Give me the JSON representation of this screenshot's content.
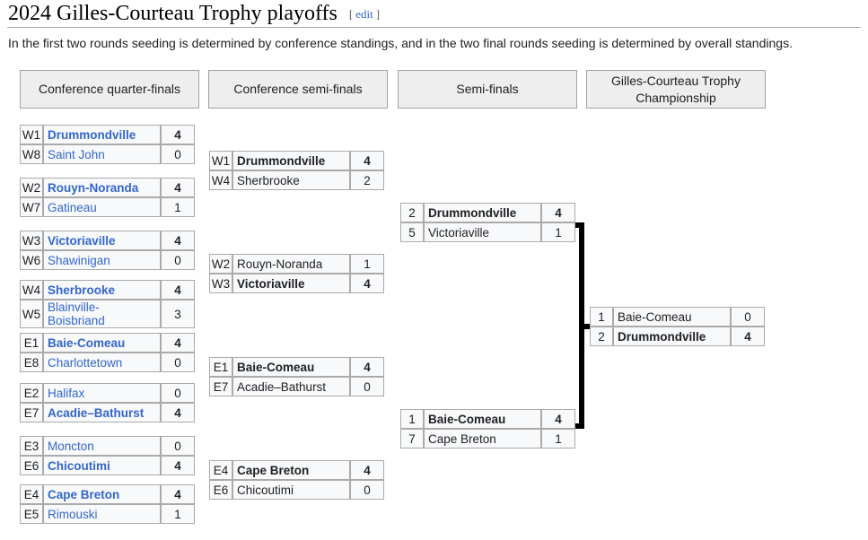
{
  "page": {
    "title": "2024 Gilles-Courteau Trophy playoffs",
    "edit": {
      "open": "[",
      "label": "edit",
      "close": "]"
    },
    "intro": "In the first two rounds seeding is determined by conference standings, and in the two final rounds seeding is determined by overall standings."
  },
  "colors": {
    "link_blue": "#3366cc",
    "cell_border": "#aaaaaa",
    "cell_bg": "#f8f9fa",
    "seed_bg": "#eeeeee",
    "header_bg": "#eeeeee",
    "connector": "#000000"
  },
  "bracket": {
    "headers": [
      "Conference quarter-finals",
      "Conference semi-finals",
      "Semi-finals",
      "Gilles-Courteau Trophy Championship"
    ],
    "rounds": [
      {
        "name": "Conference quarter-finals",
        "linked_teams": true,
        "matches": [
          {
            "teams": [
              {
                "seed": "W1",
                "name": "Drummondville",
                "score": "4",
                "winner": true
              },
              {
                "seed": "W8",
                "name": "Saint John",
                "score": "0",
                "winner": false
              }
            ]
          },
          {
            "teams": [
              {
                "seed": "W2",
                "name": "Rouyn-Noranda",
                "score": "4",
                "winner": true
              },
              {
                "seed": "W7",
                "name": "Gatineau",
                "score": "1",
                "winner": false
              }
            ]
          },
          {
            "teams": [
              {
                "seed": "W3",
                "name": "Victoriaville",
                "score": "4",
                "winner": true
              },
              {
                "seed": "W6",
                "name": "Shawinigan",
                "score": "0",
                "winner": false
              }
            ]
          },
          {
            "teams": [
              {
                "seed": "W4",
                "name": "Sherbrooke",
                "score": "4",
                "winner": true
              },
              {
                "seed": "W5",
                "name": "Blainville-Boisbriand",
                "score": "3",
                "winner": false
              }
            ]
          },
          {
            "teams": [
              {
                "seed": "E1",
                "name": "Baie-Comeau",
                "score": "4",
                "winner": true
              },
              {
                "seed": "E8",
                "name": "Charlottetown",
                "score": "0",
                "winner": false
              }
            ]
          },
          {
            "teams": [
              {
                "seed": "E2",
                "name": "Halifax",
                "score": "0",
                "winner": false
              },
              {
                "seed": "E7",
                "name": "Acadie–Bathurst",
                "score": "4",
                "winner": true
              }
            ]
          },
          {
            "teams": [
              {
                "seed": "E3",
                "name": "Moncton",
                "score": "0",
                "winner": false
              },
              {
                "seed": "E6",
                "name": "Chicoutimi",
                "score": "4",
                "winner": true
              }
            ]
          },
          {
            "teams": [
              {
                "seed": "E4",
                "name": "Cape Breton",
                "score": "4",
                "winner": true
              },
              {
                "seed": "E5",
                "name": "Rimouski",
                "score": "1",
                "winner": false
              }
            ]
          }
        ]
      },
      {
        "name": "Conference semi-finals",
        "linked_teams": false,
        "matches": [
          {
            "teams": [
              {
                "seed": "W1",
                "name": "Drummondville",
                "score": "4",
                "winner": true
              },
              {
                "seed": "W4",
                "name": "Sherbrooke",
                "score": "2",
                "winner": false
              }
            ]
          },
          {
            "teams": [
              {
                "seed": "W2",
                "name": "Rouyn-Noranda",
                "score": "1",
                "winner": false
              },
              {
                "seed": "W3",
                "name": "Victoriaville",
                "score": "4",
                "winner": true
              }
            ]
          },
          {
            "teams": [
              {
                "seed": "E1",
                "name": "Baie-Comeau",
                "score": "4",
                "winner": true
              },
              {
                "seed": "E7",
                "name": "Acadie–Bathurst",
                "score": "0",
                "winner": false
              }
            ]
          },
          {
            "teams": [
              {
                "seed": "E4",
                "name": "Cape Breton",
                "score": "4",
                "winner": true
              },
              {
                "seed": "E6",
                "name": "Chicoutimi",
                "score": "0",
                "winner": false
              }
            ]
          }
        ]
      },
      {
        "name": "Semi-finals",
        "linked_teams": false,
        "matches": [
          {
            "teams": [
              {
                "seed": "2",
                "name": "Drummondville",
                "score": "4",
                "winner": true
              },
              {
                "seed": "5",
                "name": "Victoriaville",
                "score": "1",
                "winner": false
              }
            ]
          },
          {
            "teams": [
              {
                "seed": "1",
                "name": "Baie-Comeau",
                "score": "4",
                "winner": true
              },
              {
                "seed": "7",
                "name": "Cape Breton",
                "score": "1",
                "winner": false
              }
            ]
          }
        ]
      },
      {
        "name": "Gilles-Courteau Trophy Championship",
        "linked_teams": false,
        "matches": [
          {
            "teams": [
              {
                "seed": "1",
                "name": "Baie-Comeau",
                "score": "0",
                "winner": false
              },
              {
                "seed": "2",
                "name": "Drummondville",
                "score": "4",
                "winner": true
              }
            ]
          }
        ]
      }
    ]
  }
}
